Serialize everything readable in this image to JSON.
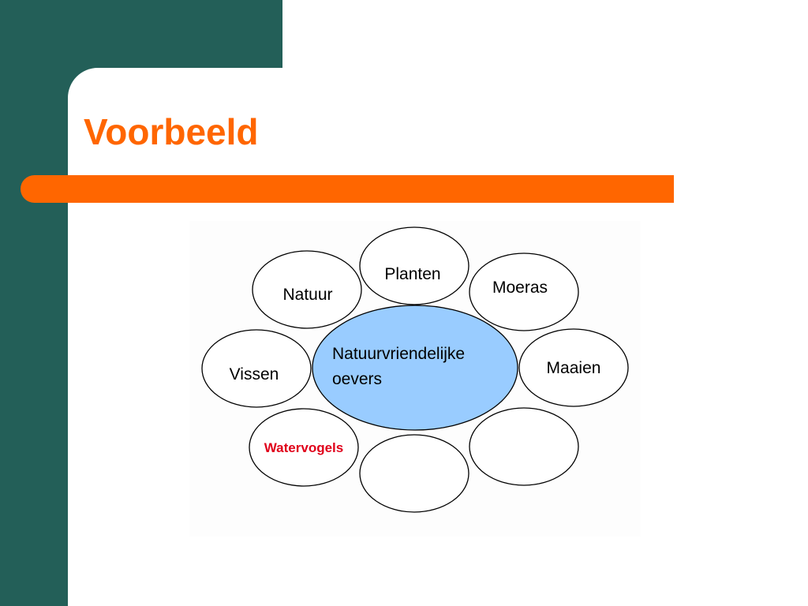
{
  "slide": {
    "title": "Voorbeeld",
    "colors": {
      "band": "#235f58",
      "accent": "#ff6600",
      "center_fill": "#99ccff",
      "highlight_text": "#e0001a"
    }
  },
  "diagram": {
    "center": {
      "line1": "Natuurvriendelijke",
      "line2": "oevers"
    },
    "nodes": [
      {
        "label": "Planten"
      },
      {
        "label": "Moeras"
      },
      {
        "label": "Maaien"
      },
      {
        "label": ""
      },
      {
        "label": ""
      },
      {
        "label": "Watervogels",
        "highlight": true
      },
      {
        "label": "Vissen"
      },
      {
        "label": "Natuur"
      }
    ]
  }
}
